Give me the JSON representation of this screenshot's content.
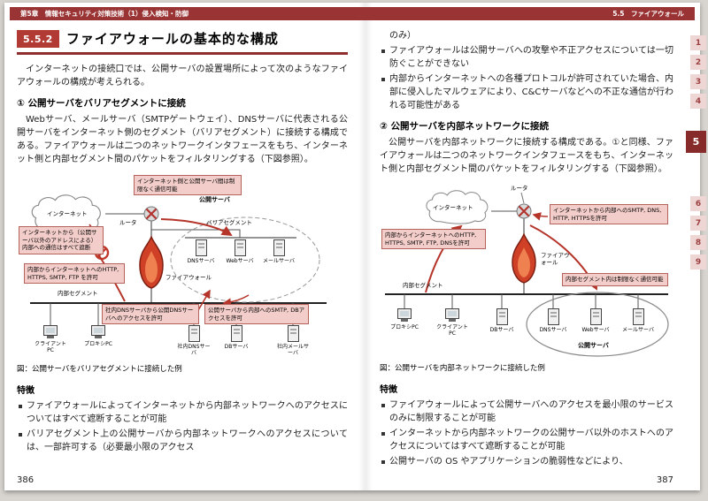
{
  "header": {
    "left": "第5章　情報セキュリティ対策技術（1）侵入検知・防御",
    "right": "5.5　ファイアウォール"
  },
  "tabs": {
    "items": [
      "1",
      "2",
      "3",
      "4",
      "5",
      "6",
      "7",
      "8",
      "9"
    ],
    "active": "5"
  },
  "left_page": {
    "page_number": "386",
    "section_number": "5.5.2",
    "section_title": "ファイアウォールの基本的な構成",
    "intro": "インターネットの接続口では、公開サーバの設置場所によって次のようなファイアウォールの構成が考えられる。",
    "sub_title": "① 公開サーバをバリアセグメントに接続",
    "sub_body": "Webサーバ、メールサーバ（SMTPゲートウェイ）、DNSサーバに代表される公開サーバをインターネット側のセグメント（バリアセグメント）に接続する構成である。ファイアウォールは二つのネットワークインタフェースをもち、インターネット側と内部セグメント間のパケットをフィルタリングする（下図参照）。",
    "figure_caption": "図：公開サーバをバリアセグメントに接続した例",
    "features_title": "特徴",
    "features": [
      "ファイアウォールによってインターネットから内部ネットワークへのアクセスについてはすべて遮断することが可能",
      "バリアセグメント上の公開サーバから内部ネットワークへのアクセスについては、一部許可する（必要最小限のアクセス"
    ],
    "diagram": {
      "callout_top": "インターネット側と公開サーバ間は制限なく通信可能",
      "internet_label": "インターネット",
      "router_label": "ルータ",
      "public_server_label": "公開サーバ",
      "barrier_segment_label": "バリアセグメント",
      "barrier_servers": [
        "DNSサーバ",
        "Webサーバ",
        "メールサーバ"
      ],
      "callout_block": "インターネットから（公開サーバ以外のアドレスによる）内部への通信はすべて遮断",
      "callout_allow_out": "内部からインターネットへのHTTP, HTTPS, SMTP, FTP を許可",
      "firewall_label": "ファイアウォール",
      "internal_segment_label": "内部セグメント",
      "callout_dns": "社内DNSサーバから公開DNSサーバへのアクセスを許可",
      "callout_public_to_internal": "公開サーバから内部へのSMTP, DBアクセスを許可",
      "internal_nodes": [
        "クライアントPC",
        "プロキシPC",
        "社内DNSサーバ",
        "DBサーバ",
        "社内メールサーバ"
      ]
    }
  },
  "right_page": {
    "page_number": "387",
    "continuation": "のみ）",
    "top_bullets": [
      "ファイアウォールは公開サーバへの攻撃や不正アクセスについては一切防ぐことができない",
      "内部からインターネットへの各種プロトコルが許可されていた場合、内部に侵入したマルウェアにより、C&Cサーバなどへの不正な通信が行われる可能性がある"
    ],
    "sub_title": "② 公開サーバを内部ネットワークに接続",
    "sub_body": "公開サーバを内部ネットワークに接続する構成である。①と同様、ファイアウォールは二つのネットワークインタフェースをもち、インターネット側と内部セグメント間のパケットをフィルタリングする（下図参照）。",
    "figure_caption": "図：公開サーバを内部ネットワークに接続した例",
    "features_title": "特徴",
    "features": [
      "ファイアウォールによって公開サーバへのアクセスを最小限のサービスのみに制限することが可能",
      "インターネットから内部ネットワークの公開サーバ以外のホストへのアクセスについてはすべて遮断することが可能",
      "公開サーバの OS やアプリケーションの脆弱性などにより、"
    ],
    "diagram": {
      "internet_label": "インターネット",
      "router_label": "ルータ",
      "callout_allow_in": "インターネットから内部へのSMTP, DNS, HTTP, HTTPSを許可",
      "callout_allow_out": "内部からインターネットへのHTTP, HTTPS, SMTP, FTP, DNSを許可",
      "firewall_label": "ファイアウォール",
      "callout_internal": "内部セグメント内は制限なく通信可能",
      "internal_segment_label": "内部セグメント",
      "nodes": [
        "プロキシPC",
        "クライアントPC",
        "DBサーバ",
        "DNSサーバ",
        "Webサーバ",
        "メールサーバ"
      ],
      "public_group_label": "公開サーバ"
    }
  }
}
